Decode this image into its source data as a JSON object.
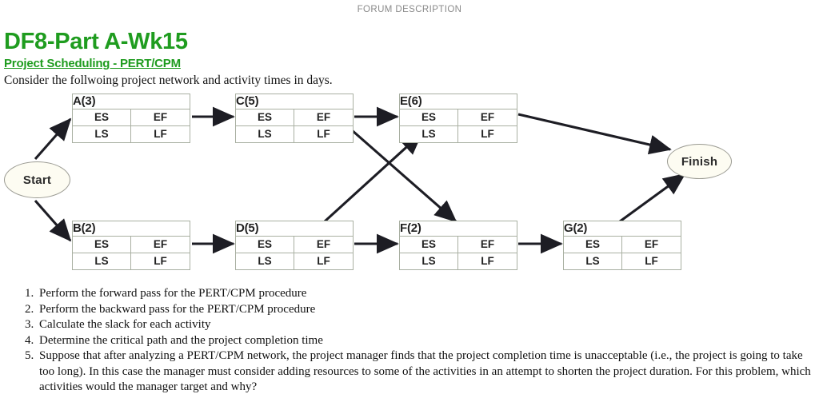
{
  "page": {
    "forum_header": "FORUM DESCRIPTION",
    "title": "DF8-Part A-Wk15",
    "subtitle": "Project Scheduling - PERT/CPM",
    "intro": "Consider the follwoing project network and activity times in days.",
    "title_color": "#1f9c1f",
    "header_color": "#8a8a8a"
  },
  "diagram": {
    "type": "pert-cpm-network",
    "cell_labels": {
      "es": "ES",
      "ef": "EF",
      "ls": "LS",
      "lf": "LF"
    },
    "terminals": [
      {
        "id": "start",
        "label": "Start"
      },
      {
        "id": "finish",
        "label": "Finish"
      }
    ],
    "nodes": [
      {
        "id": "A",
        "label": "A(3)",
        "activity": "A",
        "duration": 3
      },
      {
        "id": "C",
        "label": "C(5)",
        "activity": "C",
        "duration": 5
      },
      {
        "id": "E",
        "label": "E(6)",
        "activity": "E",
        "duration": 6
      },
      {
        "id": "B",
        "label": "B(2)",
        "activity": "B",
        "duration": 2
      },
      {
        "id": "D",
        "label": "D(5)",
        "activity": "D",
        "duration": 5
      },
      {
        "id": "F",
        "label": "F(2)",
        "activity": "F",
        "duration": 2
      },
      {
        "id": "G",
        "label": "G(2)",
        "activity": "G",
        "duration": 2
      }
    ],
    "edges": [
      {
        "from": "Start",
        "to": "A"
      },
      {
        "from": "Start",
        "to": "B"
      },
      {
        "from": "A",
        "to": "C"
      },
      {
        "from": "C",
        "to": "E"
      },
      {
        "from": "C",
        "to": "F"
      },
      {
        "from": "B",
        "to": "D"
      },
      {
        "from": "D",
        "to": "E"
      },
      {
        "from": "D",
        "to": "F"
      },
      {
        "from": "F",
        "to": "G"
      },
      {
        "from": "E",
        "to": "Finish"
      },
      {
        "from": "G",
        "to": "Finish"
      }
    ]
  },
  "questions": [
    "Perform the forward pass for the PERT/CPM procedure",
    "Perform the backward pass for the PERT/CPM procedure",
    "Calculate the slack for each activity",
    "Determine the critical path and the project completion time",
    "Suppose that after analyzing a PERT/CPM network, the project manager finds that the project completion time is unacceptable (i.e., the project is going to take too long).  In this case the manager must consider adding resources to some of the activities in an attempt to shorten the project duration.  For this problem, which activities would the manager target and why?"
  ]
}
